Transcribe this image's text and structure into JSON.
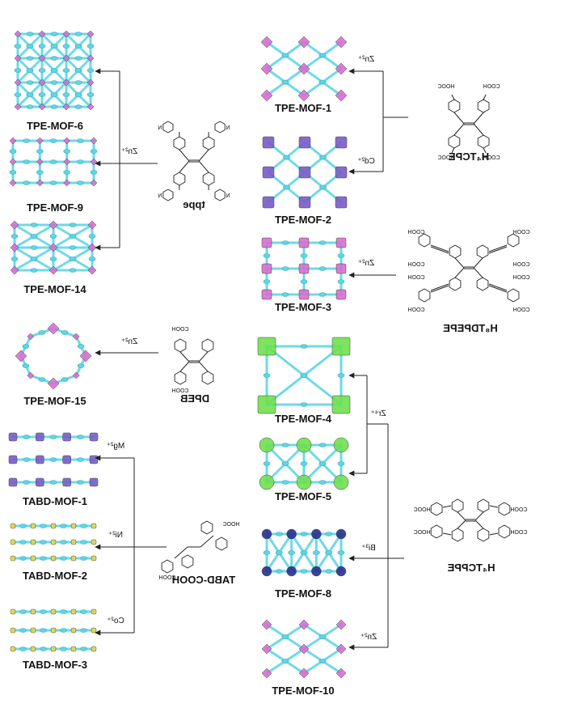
{
  "mofs": {
    "m6": "TPE-MOF-6",
    "m9": "TPE-MOF-9",
    "m14": "TPE-MOF-14",
    "m15": "TPE-MOF-15",
    "t1": "TABD-MOF-1",
    "t2": "TABD-MOF-2",
    "t3": "TABD-MOF-3",
    "m1": "TPE-MOF-1",
    "m2": "TPE-MOF-2",
    "m3": "TPE-MOF-3",
    "m4": "TPE-MOF-4",
    "m5": "TPE-MOF-5",
    "m8": "TPE-MOF-8",
    "m10": "TPE-MOF-10"
  },
  "ligands": {
    "tppe": "tppe",
    "dpeb": "DPEB",
    "tabd": "TABD-COOH",
    "h4tcpe": "H₄TCPE",
    "h8tdpepe": "H₈TDPEPE",
    "h4tcppe": "H₄TCPPE"
  },
  "ions": {
    "zn_tppe": "Zn²⁺",
    "zn_dpeb": "Zn²⁺",
    "mg": "Mg²⁺",
    "ni": "Ni²⁺",
    "co": "Co²⁺",
    "zn_tcpe": "Zn²⁺",
    "cd": "Cd²⁺",
    "zn_tdpepe": "Zn²⁺",
    "zr": "Zr⁴⁺",
    "bi": "Bi³⁺",
    "zn_tcppe": "Zn²⁺"
  },
  "groups": {
    "cooh": "COOH",
    "hooc": "HOOC",
    "n": "N"
  },
  "colors": {
    "framework_cyan": "#5fd6e6",
    "node_magenta": "#d86fd0",
    "node_purple": "#7a5cc8",
    "zr_green": "#6fe04f",
    "bi_navy": "#2a2f8f",
    "bi_red": "#d0404a",
    "metal_yellow": "#e6d84a"
  }
}
